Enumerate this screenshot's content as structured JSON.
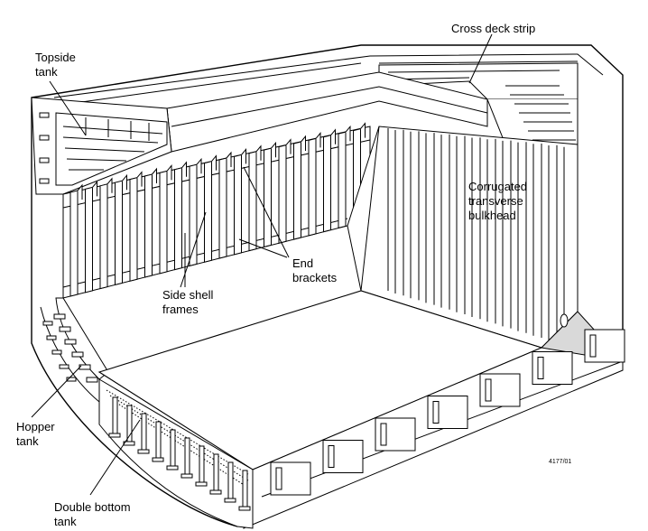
{
  "labels": {
    "topside_tank": [
      "Topside",
      "tank"
    ],
    "cross_deck_strip": "Cross deck strip",
    "corrugated_bulkhead": [
      "Corrugated",
      "transverse",
      "bulkhead"
    ],
    "end_brackets": [
      "End",
      "brackets"
    ],
    "side_shell_frames": [
      "Side shell",
      "frames"
    ],
    "hopper_tank": [
      "Hopper",
      "tank"
    ],
    "double_bottom_tank": [
      "Double bottom",
      "tank"
    ],
    "figure_ref": "4177/01"
  },
  "colors": {
    "line": "#000000",
    "fill": "#ffffff",
    "shade": "#d9d9d9"
  }
}
